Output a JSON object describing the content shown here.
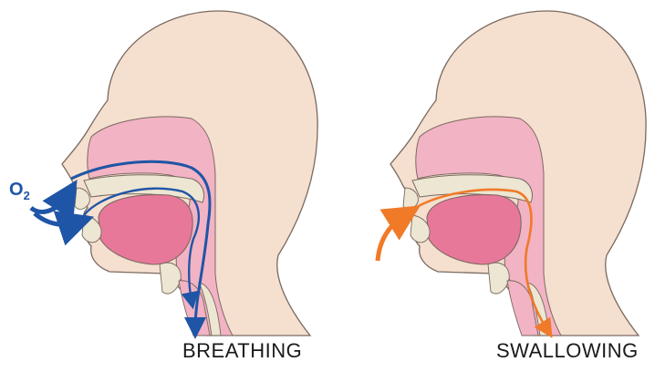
{
  "panels": [
    {
      "id": "breathing",
      "caption": "BREATHING",
      "arrow_color": "#1f55a6"
    },
    {
      "id": "swallowing",
      "caption": "SWALLOWING",
      "arrow_color": "#f07a28"
    }
  ],
  "oxygen_label": {
    "element": "O",
    "subscript": "2"
  },
  "colors": {
    "skin": "#f5dfcf",
    "skin_outline": "#7a6a60",
    "pink_tissue": "#f2b3c4",
    "tongue": "#e8789a",
    "bone": "#ece6d2",
    "breathing_arrow": "#1f55a6",
    "swallowing_arrow": "#f07a28"
  }
}
